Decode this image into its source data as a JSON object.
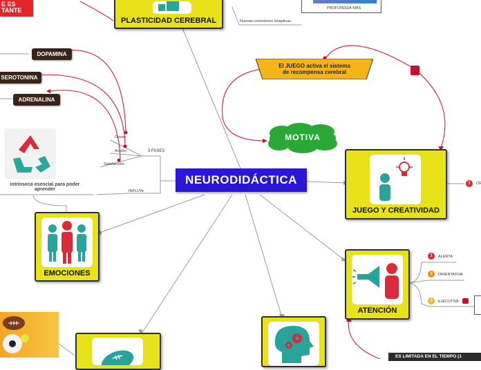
{
  "central": {
    "title": "NEURODIDÁCTICA"
  },
  "top_red": {
    "text": "E ES\nTANTE"
  },
  "plasticidad": {
    "label": "PLASTICIDAD CEREBRAL"
  },
  "top_right": {
    "note": "Nuevas conexiones sinápticas",
    "caption": "PROFUNDIZÁ MÁS"
  },
  "juego_callout": {
    "text": "El JUEGO activa el sistema\nde recompensa cerebral"
  },
  "motiva": {
    "label": "MOTIVA"
  },
  "neuro": {
    "dopamina": "DOPAMINA",
    "serotonina": "SEROTONINA",
    "adrenalina": "ADRENALINA"
  },
  "fases": {
    "label": "3 FASES",
    "items": [
      "Deseo",
      "Acción",
      "Satisfacción"
    ],
    "influye": "INFLUYe"
  },
  "intrinseca": {
    "text": "intrínseca esencial para poder\naprender"
  },
  "emociones": {
    "label": "EMOCIONES"
  },
  "juego": {
    "label": "JUEGO Y CREATIVIDAD",
    "side": "CR"
  },
  "atencion": {
    "label": "ATENCIÓN",
    "items": [
      {
        "num": "1",
        "text": "ALERTA",
        "color": "#e0262b"
      },
      {
        "num": "2",
        "text": "ORIENTATIVA",
        "color": "#f08a1c"
      },
      {
        "num": "3",
        "text": "EJECUTIVA",
        "color": "#f0b81c"
      }
    ]
  },
  "side_num": {
    "num": "1",
    "color": "#e0262b"
  },
  "bottom_bar": {
    "text": "ES LIMITADA EN EL TIEMPO (1"
  },
  "colors": {
    "central": "#2b16d8",
    "box": "#e8e21a",
    "link": "#e0264f",
    "motiva": "#2aa836"
  }
}
